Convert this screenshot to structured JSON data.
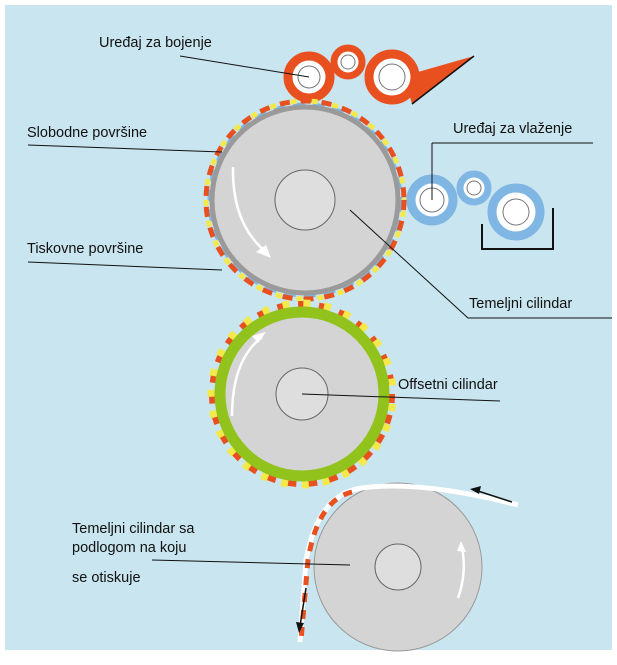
{
  "labels": {
    "inking_unit": "Uređaj za bojenje",
    "non_image_areas": "Slobodne površine",
    "dampening_unit": "Uređaj za vlaženje",
    "image_areas": "Tiskovne površine",
    "plate_cylinder": "Temeljni cilindar",
    "offset_cylinder": "Offsetni cilindar",
    "impression_cylinder_line1": "Temeljni cilindar sa",
    "impression_cylinder_line2": "podlogom na koju",
    "impression_cylinder_line3": "se otiskuje"
  },
  "colors": {
    "background": "#c9e5ef",
    "ink": "#e8501f",
    "water": "#7fb6e3",
    "blanket": "#92c31d",
    "yellow": "#f4e94a",
    "cylinder": "#d4d4d4",
    "cylinder_edge": "#9a9a9a"
  }
}
